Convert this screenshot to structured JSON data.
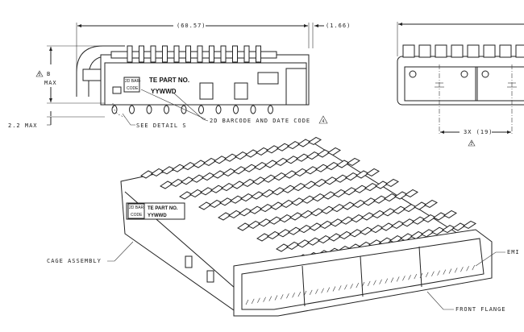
{
  "drawing": {
    "side_view": {
      "dim_length": "(60.57)",
      "dim_offset": "(1.66)",
      "dim_height_symbol": "5",
      "dim_height_label": "B",
      "dim_height_max": "MAX",
      "dim_bottom": "2.2 MAX",
      "barcode_box_line1": "2D BAR-",
      "barcode_box_line2": "CODE",
      "part_no": "TE PART NO.",
      "date_code": "YYWWD",
      "detail_callout": "SEE DETAIL  S",
      "barcode_callout": "2D BARCODE AND DATE CODE",
      "barcode_callout_symbol": "4"
    },
    "front_view": {
      "pitch_dim": "3X (19)",
      "pitch_symbol": "2"
    },
    "isometric_view": {
      "barcode_box_line1": "2D BAR-",
      "barcode_box_line2": "CODE",
      "part_no": "TE PART NO.",
      "date_code": "YYWWD",
      "cage_label": "CAGE ASSEMBLY",
      "emi_label": "EMI",
      "flange_label": "FRONT FLANGE"
    }
  }
}
